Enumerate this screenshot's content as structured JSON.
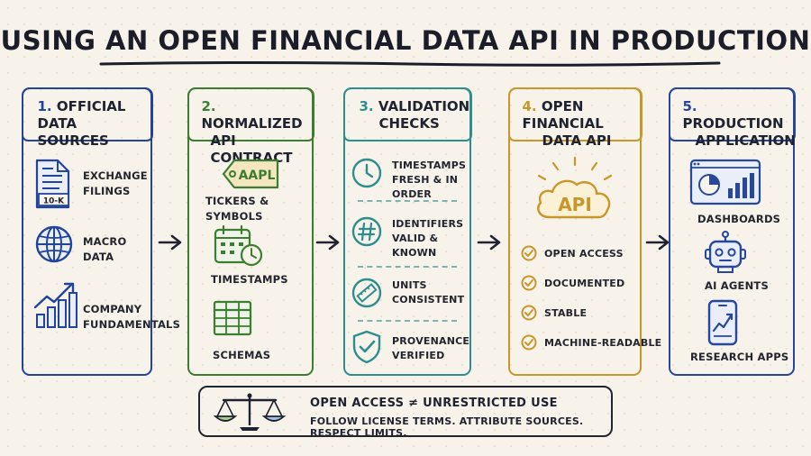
{
  "title": "USING AN OPEN FINANCIAL DATA API IN PRODUCTION",
  "colors": {
    "col1": "#22449b",
    "col2": "#3d7d32",
    "col3": "#2e8e8d",
    "col4": "#c9962a",
    "col5": "#27479b",
    "ink": "#1f2330"
  },
  "columns": [
    {
      "number": "1.",
      "title_line1": "OFFICIAL",
      "title_line2": "DATA SOURCES",
      "items": [
        {
          "icon": "document-icon",
          "icon_text": "10-K",
          "line1": "EXCHANGE",
          "line2": "FILINGS"
        },
        {
          "icon": "globe-icon",
          "line1": "MACRO",
          "line2": "DATA"
        },
        {
          "icon": "growth-chart-icon",
          "line1": "COMPANY",
          "line2": "FUNDAMENTALS"
        }
      ]
    },
    {
      "number": "2.",
      "title_line1": "NORMALIZED",
      "title_line2": "API CONTRACT",
      "items": [
        {
          "icon": "ticker-tag-icon",
          "icon_text": "AAPL",
          "line1": "TICKERS & SYMBOLS"
        },
        {
          "icon": "calendar-clock-icon",
          "line1": "TIMESTAMPS"
        },
        {
          "icon": "table-grid-icon",
          "line1": "SCHEMAS"
        }
      ]
    },
    {
      "number": "3.",
      "title_line1": "VALIDATION",
      "title_line2": "CHECKS",
      "items": [
        {
          "icon": "clock-icon",
          "line1": "TIMESTAMPS",
          "line2": "FRESH & IN ORDER"
        },
        {
          "icon": "hash-icon",
          "line1": "IDENTIFIERS",
          "line2": "VALID & KNOWN"
        },
        {
          "icon": "ruler-icon",
          "line1": "UNITS",
          "line2": "CONSISTENT"
        },
        {
          "icon": "shield-check-icon",
          "line1": "PROVENANCE",
          "line2": "VERIFIED"
        }
      ]
    },
    {
      "number": "4.",
      "title_line1": "OPEN FINANCIAL",
      "title_line2": "DATA API",
      "cloud_text": "API",
      "features": [
        "OPEN ACCESS",
        "DOCUMENTED",
        "STABLE",
        "MACHINE-READABLE"
      ]
    },
    {
      "number": "5.",
      "title_line1": "PRODUCTION",
      "title_line2": "APPLICATION",
      "items": [
        {
          "icon": "dashboard-icon",
          "line1": "DASHBOARDS"
        },
        {
          "icon": "robot-icon",
          "line1": "AI AGENTS"
        },
        {
          "icon": "phone-chart-icon",
          "line1": "RESEARCH APPS"
        }
      ]
    }
  ],
  "notice": {
    "icon": "scales-icon",
    "main": "OPEN ACCESS ≠ UNRESTRICTED USE",
    "sub": "FOLLOW LICENSE TERMS. ATTRIBUTE SOURCES. RESPECT LIMITS."
  }
}
